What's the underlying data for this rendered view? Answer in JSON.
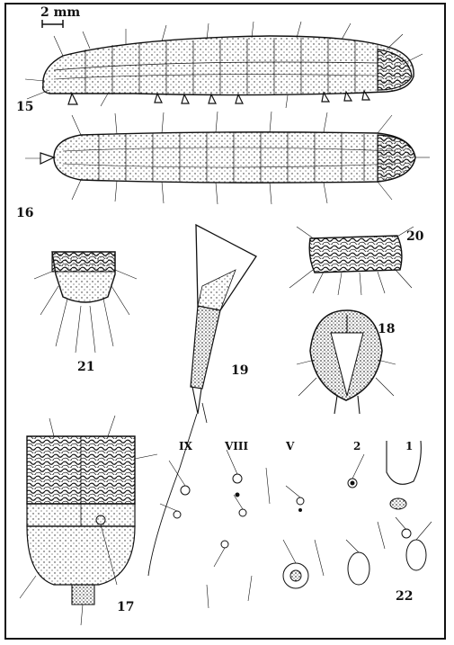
{
  "scale_bar": {
    "label": "2 mm"
  },
  "figures": {
    "f15": "15",
    "f16": "16",
    "f17": "17",
    "f18": "18",
    "f19": "19",
    "f20": "20",
    "f21": "21",
    "f22": "22"
  },
  "segments": {
    "s_ix": "IX",
    "s_viii": "VIII",
    "s_v": "V",
    "s_2": "2",
    "s_1": "1"
  },
  "colors": {
    "ink": "#111111",
    "paper": "#ffffff"
  }
}
